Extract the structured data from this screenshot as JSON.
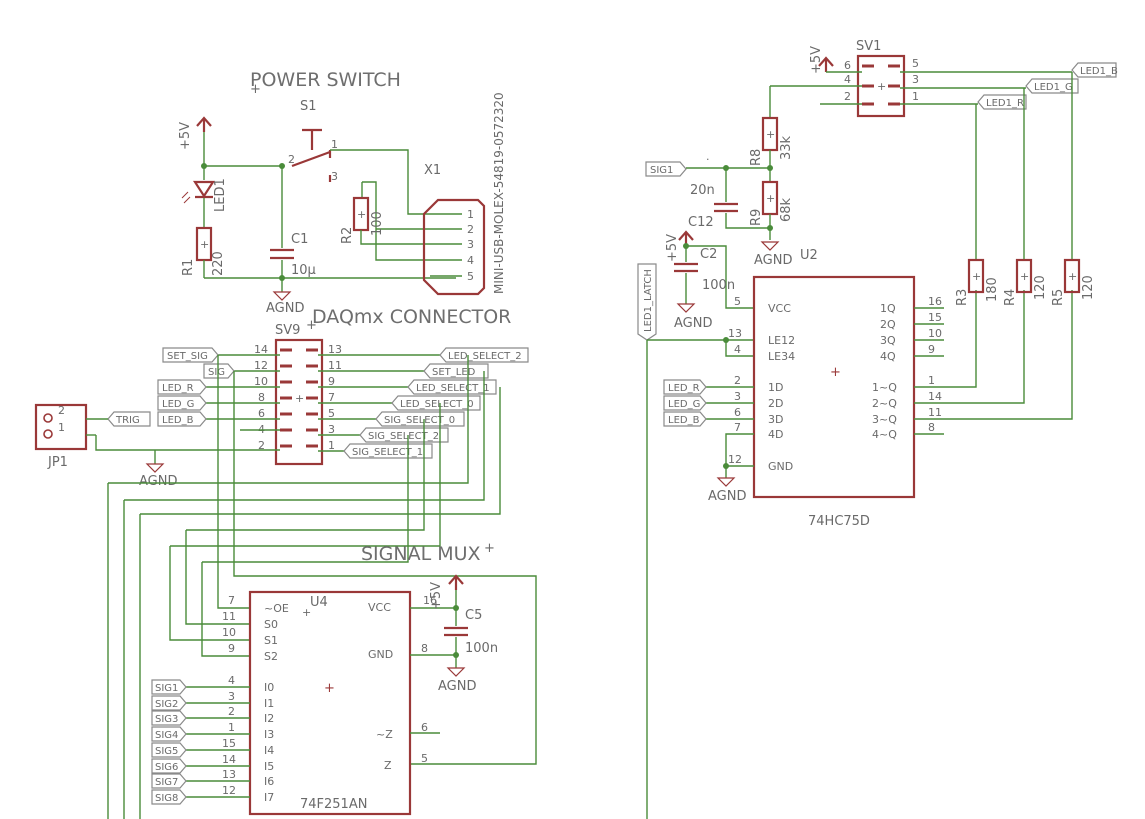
{
  "sections": {
    "power_switch": "POWER SWITCH",
    "daqmx_connector": "DAQmx CONNECTOR",
    "signal_mux": "SIGNAL MUX"
  },
  "parts": {
    "S1": "S1",
    "X1": "X1",
    "LED1": "LED1",
    "R1": "R1",
    "R1_val": "220",
    "R2": "R2",
    "R2_val": "100",
    "C1": "C1",
    "C1_val": "10µ",
    "X1_val": "MINI-USB-MOLEX-54819-0572320",
    "SV9": "SV9",
    "JP1": "JP1",
    "SV1": "SV1",
    "U4": "U4",
    "U4_val": "74F251AN",
    "C5": "C5",
    "C5_val": "100n",
    "U2": "U2",
    "U2_val": "74HC75D",
    "C2": "C2",
    "C2_val": "100n",
    "C12": "C12",
    "C12_val": "20n",
    "R8": "R8",
    "R8_val": "33k",
    "R9": "R9",
    "R9_val": "68k",
    "R3": "R3",
    "R3_val": "180",
    "R4": "R4",
    "R4_val": "120",
    "R5": "R5",
    "R5_val": "120"
  },
  "supply": {
    "p5v": "+5V",
    "agnd": "AGND"
  },
  "labels": {
    "set_sig": "SET_SIG",
    "sig": "SIG",
    "led_r": "LED_R",
    "led_g": "LED_G",
    "led_b": "LED_B",
    "trig": "TRIG",
    "led_select_2": "LED_SELECT_2",
    "set_led": "SET_LED",
    "led_select_1": "LED_SELECT_1",
    "led_select_0": "LED_SELECT_0",
    "sig_select_0": "SIG_SELECT_0",
    "sig_select_2": "SIG_SELECT_2",
    "sig_select_1": "SIG_SELECT_1",
    "led1_b": "LED1_B",
    "led1_g": "LED1_G",
    "led1_r": "LED1_R",
    "sig1": "SIG1",
    "led1_latch": "LED1_LATCH",
    "sig_inputs": [
      "SIG1",
      "SIG2",
      "SIG3",
      "SIG4",
      "SIG5",
      "SIG6",
      "SIG7",
      "SIG8"
    ]
  },
  "pins": {
    "x1": [
      "1",
      "2",
      "3",
      "4",
      "5"
    ],
    "s1": [
      "1",
      "2",
      "3"
    ],
    "sv9_left": [
      "14",
      "12",
      "10",
      "8",
      "6",
      "4",
      "2"
    ],
    "sv9_right": [
      "13",
      "11",
      "9",
      "7",
      "5",
      "3",
      "1"
    ],
    "jp1": [
      "2",
      "1"
    ],
    "sv1_left": [
      "6",
      "4",
      "2"
    ],
    "sv1_right": [
      "5",
      "3",
      "1"
    ],
    "u4_left_num": [
      "7",
      "11",
      "10",
      "9",
      "4",
      "3",
      "2",
      "1",
      "15",
      "14",
      "13",
      "12"
    ],
    "u4_left_name": [
      "~OE",
      "S0",
      "S1",
      "S2",
      "I0",
      "I1",
      "I2",
      "I3",
      "I4",
      "I5",
      "I6",
      "I7"
    ],
    "u4_right_num": [
      "16",
      "8",
      "6",
      "5"
    ],
    "u4_right_name": [
      "VCC",
      "GND",
      "~Z",
      "Z"
    ],
    "u2_left_num": [
      "5",
      "13",
      "4",
      "2",
      "3",
      "6",
      "7",
      "12"
    ],
    "u2_left_name": [
      "VCC",
      "LE12",
      "LE34",
      "1D",
      "2D",
      "3D",
      "4D",
      "GND"
    ],
    "u2_right_num": [
      "16",
      "15",
      "10",
      "9",
      "1",
      "14",
      "11",
      "8"
    ],
    "u2_right_name": [
      "1Q",
      "2Q",
      "3Q",
      "4Q",
      "1~Q",
      "2~Q",
      "3~Q",
      "4~Q"
    ]
  }
}
